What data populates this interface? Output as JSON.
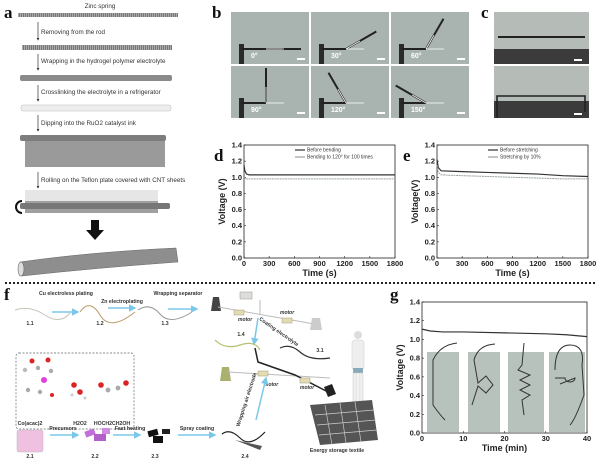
{
  "panel_labels": {
    "a": "a",
    "b": "b",
    "c": "c",
    "d": "d",
    "e": "e",
    "f": "f",
    "g": "g"
  },
  "panel_a": {
    "title": "Zinc spring",
    "steps": [
      "Removing from the rod",
      "Wrapping in the hydrogel polymer electrolyte",
      "Crosslinking the electrolyte in a refrigerator",
      "Dipping into the RuO2 catalyst ink",
      "Rolling on the Teflon plate covered with CNT sheets"
    ]
  },
  "panel_b": {
    "angles": [
      "0°",
      "30°",
      "60°",
      "90°",
      "120°",
      "150°"
    ]
  },
  "panel_f": {
    "arrows": [
      "Cu electroless plating",
      "Zn electroplating",
      "Wrapping separator",
      "Coating electrolyte",
      "Precursors",
      "Fast heating",
      "Spray coating",
      "Wrapping air electrode"
    ],
    "stages": [
      "1.1",
      "1.2",
      "1.3",
      "1.4",
      "3.1",
      "2.1",
      "2.2",
      "2.3",
      "2.4"
    ],
    "motor_label": "motor",
    "molecules": [
      "Co(acac)2",
      "H2O2",
      "HOCH2CH2OH"
    ],
    "textile_label": "Energy storage textile"
  },
  "colors": {
    "line_dark": "#333333",
    "line_light": "#9aa3a3",
    "photo": "#a9b4b0",
    "arrow": "#7cc7e8"
  },
  "chart_data": [
    {
      "id": "d",
      "type": "line",
      "title": "",
      "xlabel": "Time (s)",
      "ylabel": "Voltage (V)",
      "xlim": [
        0,
        1800
      ],
      "ylim": [
        0,
        1.4
      ],
      "xticks": [
        "0",
        "300",
        "600",
        "900",
        "1200",
        "1500",
        "1800"
      ],
      "yticks": [
        "0.0",
        "0.2",
        "0.4",
        "0.6",
        "0.8",
        "1.0",
        "1.2",
        "1.4"
      ],
      "legend": "top-right",
      "series": [
        {
          "name": "Before bending",
          "x": [
            0,
            10,
            30,
            60,
            300,
            900,
            1800
          ],
          "y": [
            1.15,
            1.08,
            1.04,
            1.03,
            1.03,
            1.03,
            1.03
          ]
        },
        {
          "name": "Bending to 120° for 100 times",
          "x": [
            0,
            20,
            60,
            300,
            900,
            1800
          ],
          "y": [
            1.0,
            0.98,
            0.98,
            0.98,
            0.98,
            0.98
          ]
        }
      ]
    },
    {
      "id": "e",
      "type": "line",
      "title": "",
      "xlabel": "Time (s)",
      "ylabel": "Voltage(V)",
      "xlim": [
        0,
        1800
      ],
      "ylim": [
        0,
        1.4
      ],
      "xticks": [
        "0",
        "300",
        "600",
        "900",
        "1200",
        "1500",
        "1800"
      ],
      "yticks": [
        "0.0",
        "0.2",
        "0.4",
        "0.6",
        "0.8",
        "1.0",
        "1.2",
        "1.4"
      ],
      "legend": "top-right",
      "series": [
        {
          "name": "Before stretching",
          "x": [
            0,
            15,
            50,
            300,
            600,
            900,
            1200,
            1500,
            1800
          ],
          "y": [
            1.22,
            1.12,
            1.08,
            1.07,
            1.06,
            1.05,
            1.04,
            1.02,
            1.01
          ]
        },
        {
          "name": "Stretching by 10%",
          "x": [
            0,
            15,
            50,
            300,
            600,
            900,
            1200,
            1500,
            1800
          ],
          "y": [
            1.15,
            1.06,
            1.03,
            1.02,
            1.01,
            1.0,
            0.99,
            0.98,
            0.98
          ]
        }
      ]
    },
    {
      "id": "g",
      "type": "line",
      "title": "",
      "xlabel": "Time (min)",
      "ylabel": "Voltage (V)",
      "xlim": [
        0,
        40
      ],
      "ylim": [
        0,
        1.4
      ],
      "xticks": [
        "0",
        "10",
        "20",
        "30",
        "40"
      ],
      "yticks": [
        "0.0",
        "0.2",
        "0.4",
        "0.6",
        "0.8",
        "1.0",
        "1.2",
        "1.4"
      ],
      "legend": "none",
      "series": [
        {
          "name": "Voltage",
          "x": [
            0,
            2,
            5,
            10,
            20,
            30,
            35,
            40
          ],
          "y": [
            1.11,
            1.09,
            1.08,
            1.08,
            1.07,
            1.06,
            1.05,
            1.03
          ]
        }
      ]
    }
  ]
}
